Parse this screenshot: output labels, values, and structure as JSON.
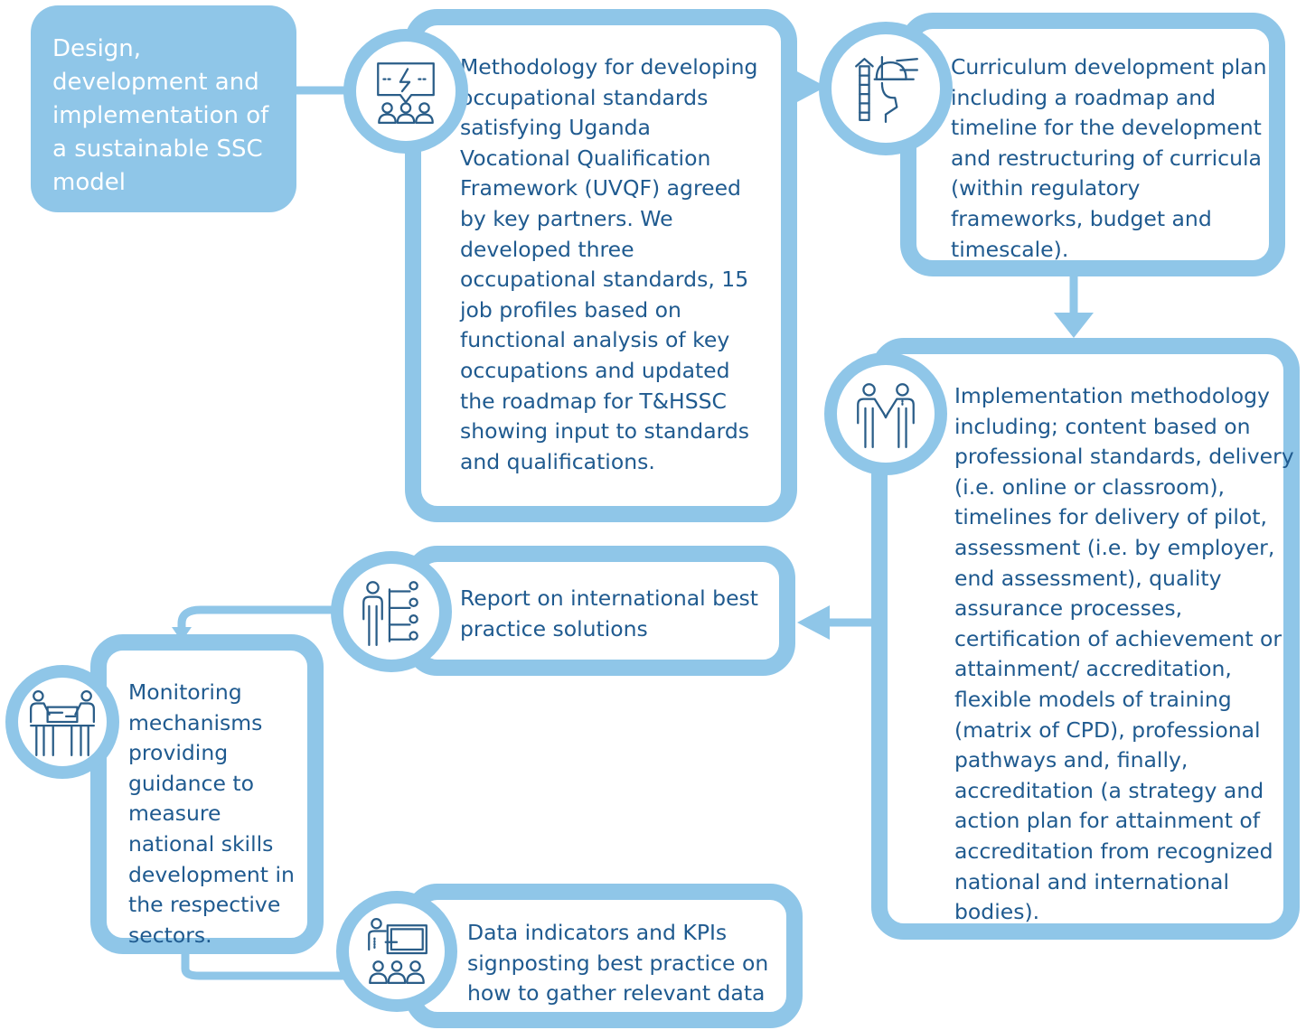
{
  "colors": {
    "accent": "#8fc6e8",
    "text": "#1f5a8f",
    "icon": "#2a5d88",
    "start_text": "#ffffff"
  },
  "start": {
    "text": " Design, development and implementation of a sustainable SSC model"
  },
  "steps": {
    "methodology": {
      "icon": "presentation-icon",
      "text": "Methodology for developing occupational standards satisfying Uganda Vocational Qualification Framework (UVQF) agreed by key partners.  We developed three occupational standards, 15 job profiles based on functional analysis of key occupations and updated the roadmap for T&HSSC showing input to standards and qualifications."
    },
    "curriculum": {
      "icon": "engineer-icon",
      "text": "Curriculum development plan including a roadmap and timeline for the development and restructuring of curricula (within regulatory frameworks, budget and timescale)."
    },
    "implementation": {
      "icon": "handshake-icon",
      "text": "Implementation methodology including; content based on professional standards, delivery (i.e. online or classroom), timelines for delivery of pilot, assessment (i.e. by employer, end assessment), quality assurance processes, certification of achievement or attainment/ accreditation, flexible models of training (matrix of CPD), professional pathways and, finally, accreditation (a strategy and action plan for attainment of accreditation from recognized national and international bodies)."
    },
    "report": {
      "icon": "person-network-icon",
      "text": "Report on international best practice solutions"
    },
    "monitoring": {
      "icon": "meeting-icon",
      "text": "Monitoring mechanisms providing guidance to measure national skills development in the respective sectors."
    },
    "data": {
      "icon": "audience-board-icon",
      "text": "Data indicators and KPIs signposting best practice on how to gather relevant data"
    }
  }
}
